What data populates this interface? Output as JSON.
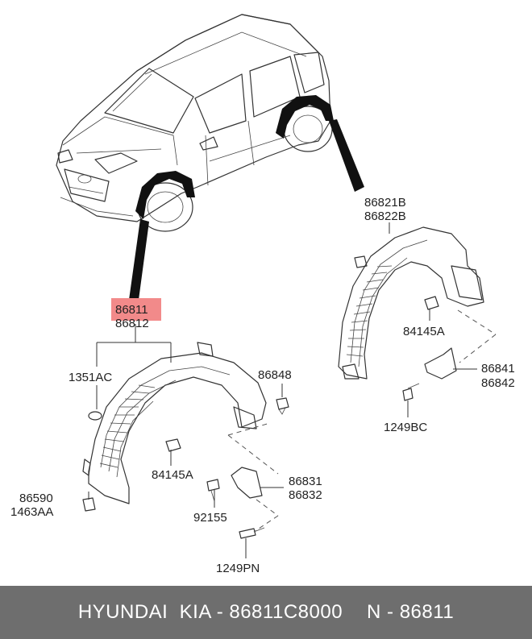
{
  "labels": {
    "front_liner_1": "86811",
    "front_liner_2": "86812",
    "clip_front": "1351AC",
    "clip_86848": "86848",
    "nut_front": "84145A",
    "bracket_86590": "86590",
    "bolt_1463AA": "1463AA",
    "flap_1": "86831",
    "flap_2": "86832",
    "screw_92155": "92155",
    "screw_1249PN": "1249PN",
    "rear_liner_1": "86821B",
    "rear_liner_2": "86822B",
    "nut_rear": "84145A",
    "rear_flap_1": "86841",
    "rear_flap_2": "86842",
    "screw_1249BC": "1249BC"
  },
  "footer": {
    "brand": "HYUNDAI  KIA - 86811C8000",
    "ref": "N - 86811"
  },
  "colors": {
    "highlight": "#f28a8a",
    "footer_bg": "#6e6e6e",
    "pointer": "#111111"
  }
}
